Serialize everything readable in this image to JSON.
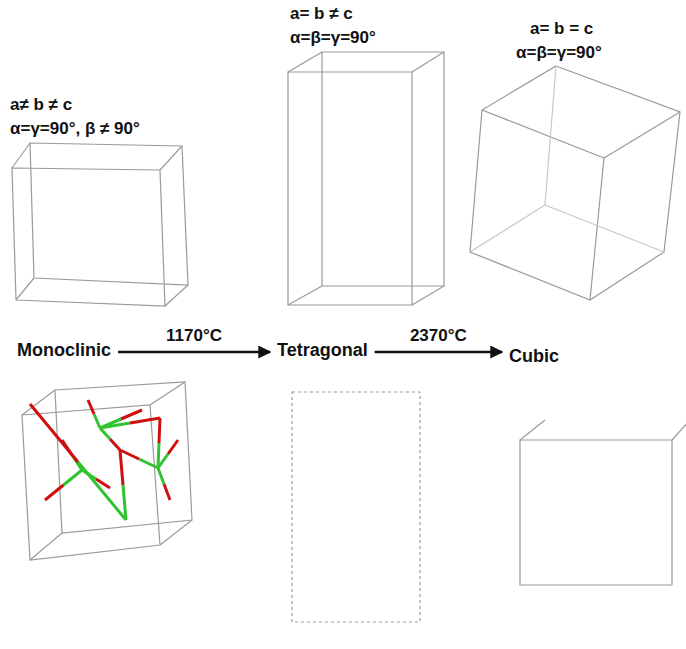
{
  "diagram": {
    "nodes": [
      {
        "text": [
          "Monoclinic"
        ]
      },
      {
        "text": [
          "Tetragonal"
        ]
      },
      {
        "text": [
          "Cubic"
        ]
      }
    ],
    "edges": [
      {
        "from": 0,
        "to": 1,
        "label": "1170°C",
        "arrow": "to"
      },
      {
        "from": 1,
        "to": 2,
        "label": "2370°C",
        "arrow": "to"
      }
    ],
    "labels": [
      "a≠ b ≠ c",
      "α=γ=90°, β ≠ 90°",
      "a= b ≠ c",
      "α=β=γ=90°",
      "a= b = c",
      "α=β=γ=90°"
    ]
  }
}
